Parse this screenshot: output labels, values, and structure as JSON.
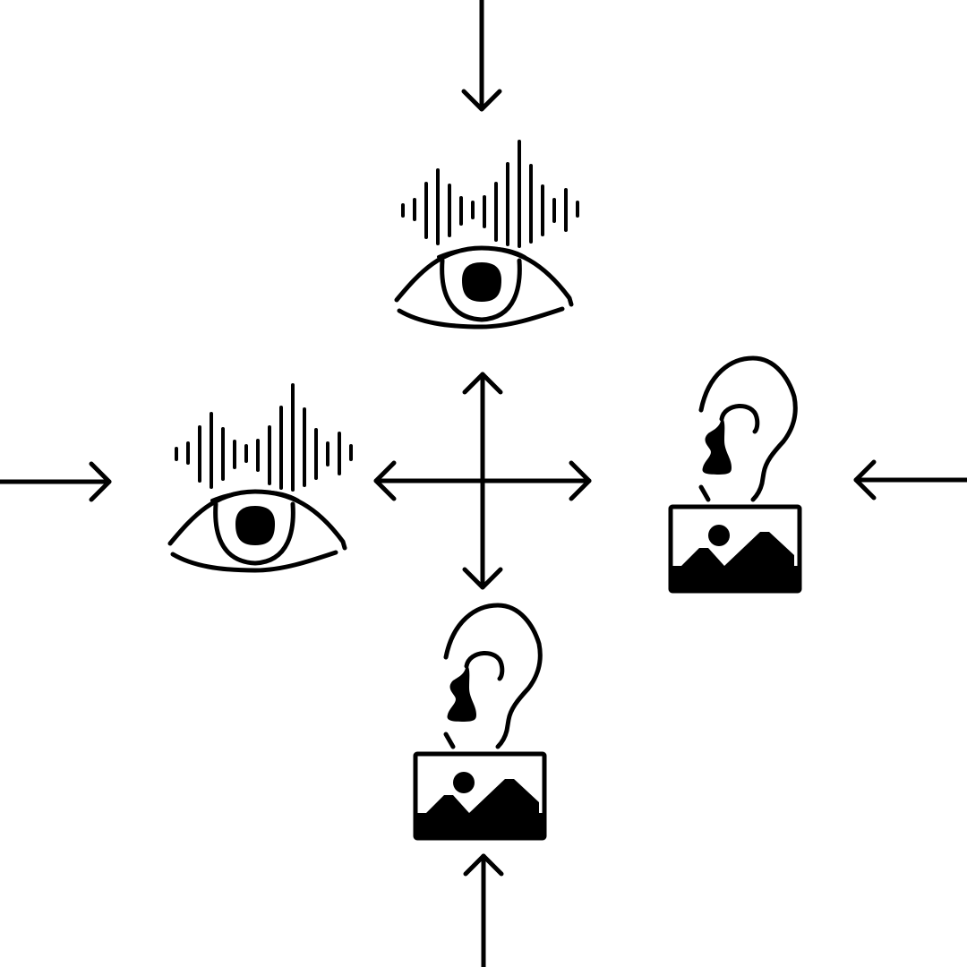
{
  "diagram": {
    "background": "#ffffff",
    "ink": "#000000",
    "nodes": [
      {
        "id": "eye-sound-top",
        "icon": "eye-with-sound-waves-icon"
      },
      {
        "id": "eye-sound-left",
        "icon": "eye-with-sound-waves-icon"
      },
      {
        "id": "ear-image-right",
        "icon": "ear-over-image-icon"
      },
      {
        "id": "ear-image-bottom",
        "icon": "ear-over-image-icon"
      },
      {
        "id": "center-cross",
        "icon": "four-way-arrow-icon"
      }
    ],
    "arrows": [
      {
        "id": "arrow-from-top",
        "direction": "down"
      },
      {
        "id": "arrow-from-left",
        "direction": "right"
      },
      {
        "id": "arrow-from-right",
        "direction": "left"
      },
      {
        "id": "arrow-from-bottom",
        "direction": "up"
      }
    ]
  }
}
